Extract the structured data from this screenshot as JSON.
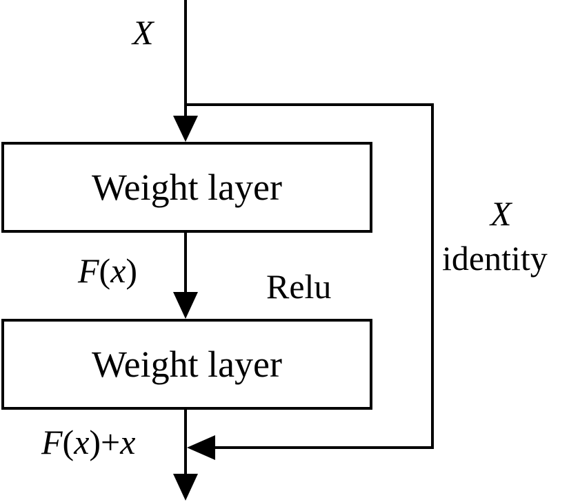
{
  "input_label": "X",
  "blocks": [
    {
      "label": "Weight layer"
    },
    {
      "label": "Weight layer"
    }
  ],
  "labels": {
    "fx": {
      "f": "F",
      "open": "(",
      "x": "x",
      "close": ")"
    },
    "relu": "Relu",
    "fx_plus_x": {
      "f": "F",
      "open": "(",
      "x": "x",
      "close_plus": ")+",
      "x2": "x"
    },
    "shortcut_x": "X",
    "identity": "identity"
  },
  "colors": {
    "stroke": "#000000",
    "background": "#ffffff"
  }
}
